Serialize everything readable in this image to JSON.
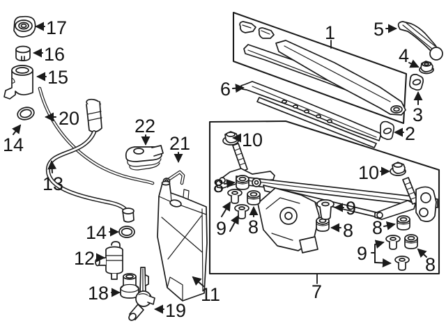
{
  "diagram": {
    "background": "#ffffff",
    "line_color": "#1a1a1a",
    "text_color": "#111111",
    "callouts": {
      "label_1": "1",
      "label_2": "2",
      "label_3": "3",
      "label_4": "4",
      "label_5": "5",
      "label_6": "6",
      "label_7": "7",
      "label_8a": "8",
      "label_8b": "8",
      "label_8c": "8",
      "label_8d": "8",
      "label_8e": "8",
      "label_9ab": "9",
      "label_9c": "9",
      "label_9de": "9",
      "label_10a": "10",
      "label_10b": "10",
      "label_11": "11",
      "label_12": "12",
      "label_13": "13",
      "label_14a": "14",
      "label_14b": "14",
      "label_15": "15",
      "label_16": "16",
      "label_17": "17",
      "label_18": "18",
      "label_19": "19",
      "label_20": "20",
      "label_21": "21",
      "label_22": "22"
    }
  }
}
